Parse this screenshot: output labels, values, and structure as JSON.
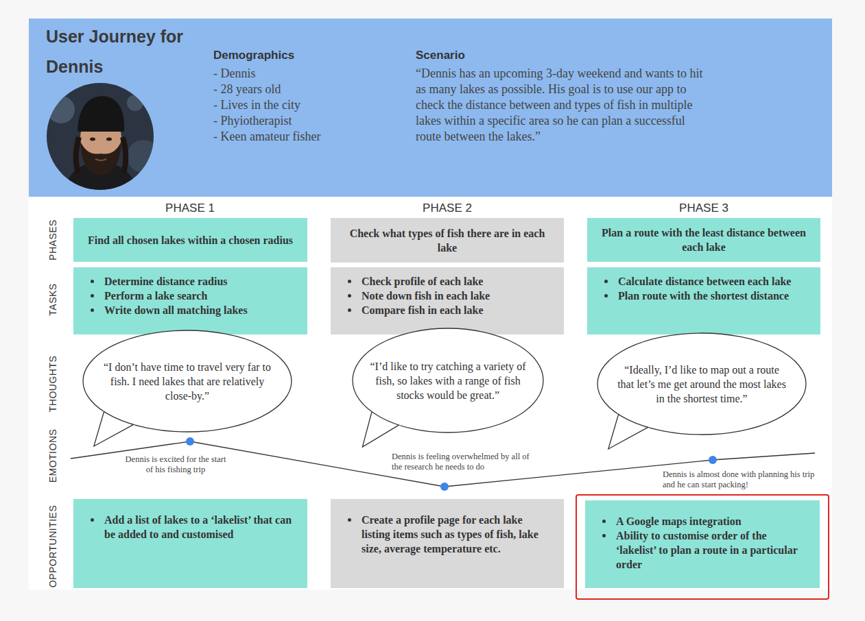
{
  "diagram": {
    "title": "User Journey for Dennis",
    "nodes": [
      {
        "text": [
          "Demographics",
          "- Dennis",
          "- 28 years old",
          "- Lives in the city",
          "- Phyiotherapist",
          "- Keen amateur fisher",
          "Scenario",
          "“Dennis has an upcoming 3-day weekend and wants to hit as many lakes as possible. His goal is to use our app to check the distance between and types of fish in multiple lakes within a specific area so he can plan a successful route between the lakes.”"
        ]
      },
      {
        "text": [
          "Find all chosen lakes within a chosen radius"
        ]
      },
      {
        "text": [
          "Check what types of fish there are in each lake"
        ]
      },
      {
        "text": [
          "Plan a route with the least distance between each lake"
        ]
      },
      {
        "text": [
          "Determine distance radius",
          "Perform a lake search",
          "Write down all matching lakes"
        ]
      },
      {
        "text": [
          "Check profile of each lake",
          "Note down fish in each lake",
          "Compare fish in each lake"
        ]
      },
      {
        "text": [
          "Calculate distance between each lake",
          "Plan route with the shortest distance"
        ]
      },
      {
        "text": [
          "“I don’t have time to travel very far to fish. I need lakes that are relatively close-by.”"
        ]
      },
      {
        "text": [
          "“I’d like to try catching a variety of fish, so lakes with a range of fish stocks would be great.”"
        ]
      },
      {
        "text": [
          "“Ideally, I’d like to map out a route that let’s me get around the most lakes in the shortest time.”"
        ]
      },
      {
        "text": [
          "Add a list of lakes to a ‘lakelist’ that can be added to and customised"
        ]
      },
      {
        "text": [
          "Create a profile page for each lake listing items such as types of fish, lake size, average temperature etc."
        ]
      },
      {
        "text": [
          "A Google maps integration",
          "Ability to customise order of the ‘lakelist’ to plan a route in a particular order"
        ]
      }
    ],
    "labels": [
      "PHASES",
      "TASKS",
      "THOUGHTS",
      "EMOTIONS",
      "OPPORTUNITIES",
      "PHASE 1",
      "PHASE 2",
      "PHASE 3",
      "Dennis is excited for the start of his fishing trip",
      "Dennis is feeling overwhelmed by all of the research he needs to do",
      "Dennis is almost done with planning his trip and he can start packing!"
    ]
  }
}
